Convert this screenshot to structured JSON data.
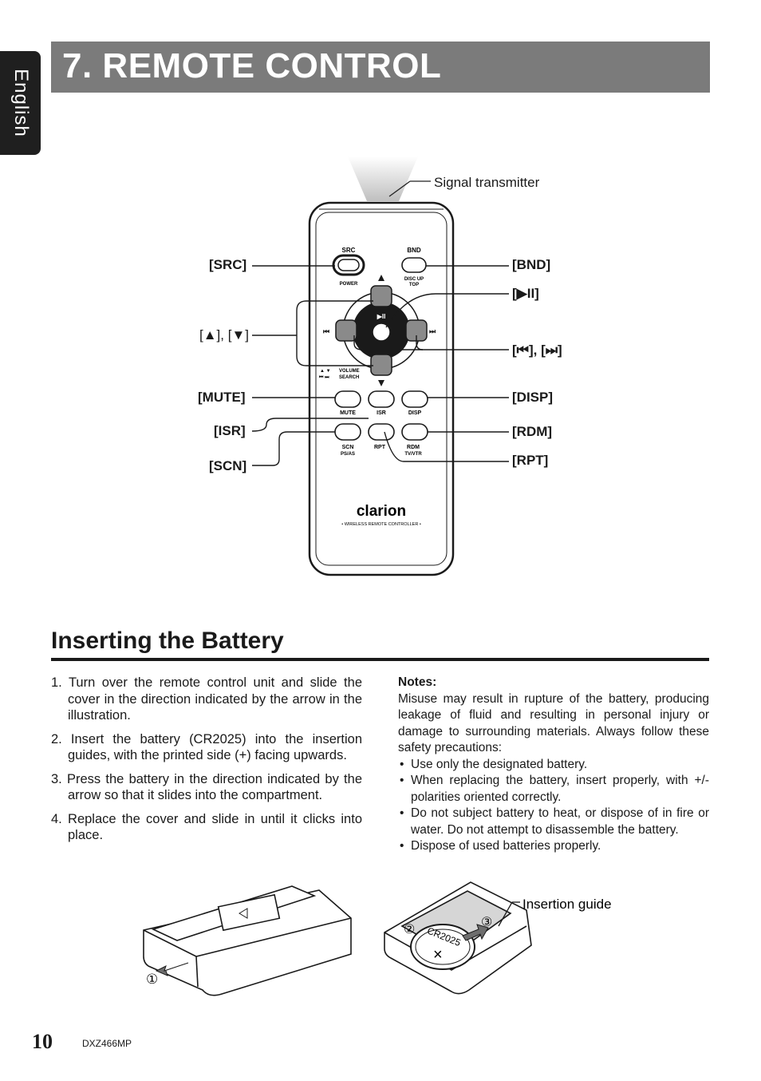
{
  "language_tab": "English",
  "section_title": "7. REMOTE CONTROL",
  "remote": {
    "signal_label": "Signal transmitter",
    "keys": {
      "src": "SRC",
      "power": "POWER",
      "bnd": "BND",
      "disc_up": "DISC UP",
      "top": "TOP",
      "play_pause": "▶II",
      "volume": "VOLUME",
      "search": "SEARCH",
      "mute": "MUTE",
      "isr": "ISR",
      "disp": "DISP",
      "scn": "SCN",
      "ps_as": "PS/AS",
      "rpt": "RPT",
      "rdm": "RDM",
      "tv_vtr": "TV/VTR"
    },
    "brand": "clarion",
    "brand_sub": "• WIRELESS REMOTE CONTROLLER •",
    "callouts": {
      "src": "[SRC]",
      "up_down": "[▲], [▼]",
      "mute": "[MUTE]",
      "isr": "[ISR]",
      "scn": "[SCN]",
      "bnd": "[BND]",
      "play_pause": "[▶II]",
      "prev_next": "[⏮], [⏭]",
      "disp": "[DISP]",
      "rdm": "[RDM]",
      "rpt": "[RPT]"
    }
  },
  "battery_section": {
    "title": "Inserting the Battery",
    "steps": [
      "1. Turn over the remote control unit and slide the cover in the direction indicated by the arrow in the illustration.",
      "2. Insert the battery (CR2025) into the insertion guides, with the printed side (+) facing upwards.",
      "3. Press the battery in the direction indicated by the arrow so that it slides into the compartment.",
      "4. Replace the cover and slide in until it clicks into place."
    ],
    "notes_heading": "Notes:",
    "notes_intro": "Misuse may result in rupture of the battery, producing leakage of fluid and resulting in personal injury or damage to surrounding materials. Always follow these safety precautions:",
    "notes_bullets": [
      "Use only the designated battery.",
      "When replacing the battery, insert properly, with +/- polarities oriented correctly.",
      "Do not subject battery to heat, or dispose of in fire or water. Do not attempt to disassemble the battery.",
      "Dispose of used batteries properly."
    ],
    "insertion_guide_label": "Insertion guide",
    "battery_text": "CR2025",
    "step_markers": [
      "①",
      "②",
      "③"
    ]
  },
  "footer": {
    "page_number": "10",
    "model": "DXZ466MP"
  }
}
